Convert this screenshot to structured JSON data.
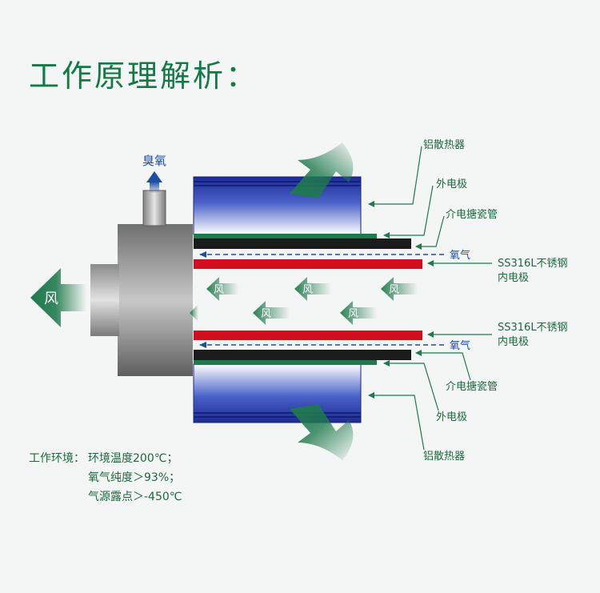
{
  "title": "工作原理解析：",
  "ozone_label": "臭氧",
  "wind_label": "风",
  "top_labels": {
    "heatsink": "铝散热器",
    "outer_electrode": "外电极",
    "dielectric_tube": "介电搪瓷管",
    "oxygen": "氧气",
    "inner_electrode_line1": "SS316L不锈钢",
    "inner_electrode_line2": "内电极"
  },
  "bottom_labels": {
    "inner_electrode_line1": "SS316L不锈钢",
    "inner_electrode_line2": "内电极",
    "oxygen": "氧气",
    "dielectric_tube": "介电搪瓷管",
    "outer_electrode": "外电极",
    "heatsink": "铝散热器"
  },
  "environment": {
    "heading": "工作环境：",
    "line1": "环境温度200℃；",
    "line2": "氧气纯度＞93%；",
    "line3": "气源露点＞-450℃"
  },
  "colors": {
    "brand_green": "#127a45",
    "heatsink_blue": "#1e2f9a",
    "inner_electrode_red": "#d0101e",
    "dielectric_black": "#1b1b1b",
    "outer_electrode_green": "#1f7a4d",
    "oxygen_arrow_blue": "#1d4ea8"
  }
}
